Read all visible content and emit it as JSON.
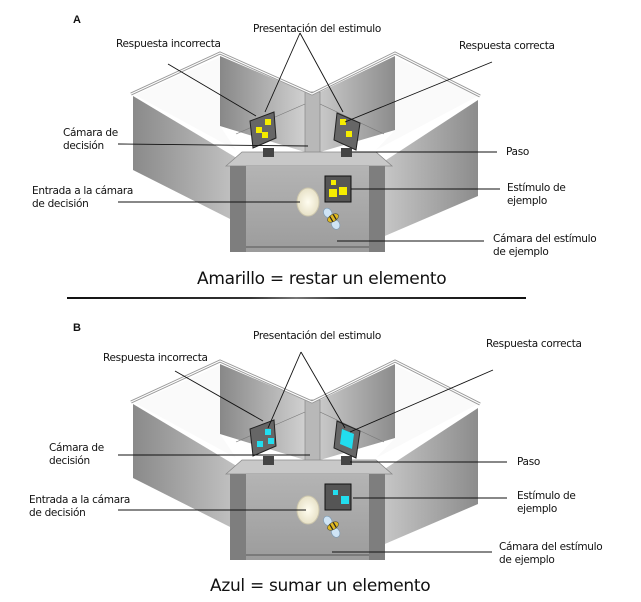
{
  "panels": [
    {
      "letter": "A",
      "stimulus_color": "#f5ec00",
      "labels": {
        "presentation": "Presentación del estimulo",
        "incorrect": "Respuesta incorrecta",
        "correct": "Respuesta correcta",
        "decision_chamber": "Cámara de\ndecisión",
        "entrance": "Entrada a la cámara\nde decisión",
        "passage": "Paso",
        "example_stimulus": "Estímulo de\nejemplo",
        "example_chamber": "Cámara del estímulo\nde ejemplo"
      },
      "caption": "Amarillo = restar un elemento",
      "stimuli": {
        "example": "three yellow squares",
        "incorrect": "three yellow squares",
        "correct": "two yellow squares"
      }
    },
    {
      "letter": "B",
      "stimulus_color": "#22ddee",
      "labels": {
        "presentation": "Presentación del estimulo",
        "incorrect": "Respuesta incorrecta",
        "correct": "Respuesta correcta",
        "decision_chamber": "Cámara de\ndecisión",
        "entrance": "Entrada a la cámara\nde decisión",
        "passage": "Paso",
        "example_stimulus": "Estímulo de\nejemplo",
        "example_chamber": "Cámara del estímulo\nde ejemplo"
      },
      "caption": "Azul = sumar un elemento",
      "stimuli": {
        "example": "two blue squares",
        "incorrect": "three blue squares",
        "correct": "one large blue square"
      }
    }
  ],
  "icons": {
    "bee": "bee-icon",
    "entrance_hole": "entrance-hole-icon"
  }
}
